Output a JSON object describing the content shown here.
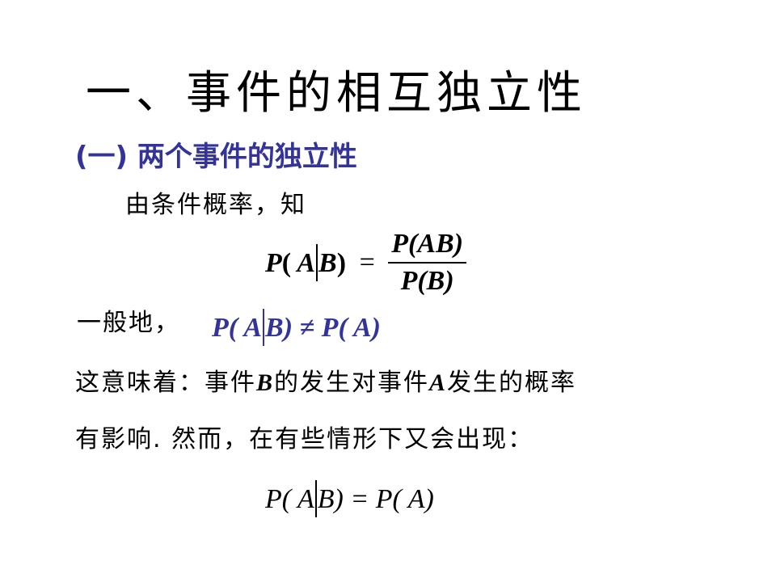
{
  "slide": {
    "title": "一、事件的相互独立性",
    "subtitle": "(一) 两个事件的独立性",
    "intro": "由条件概率，知",
    "formula1": {
      "lhs_P": "P",
      "lhs_open": "(",
      "lhs_A": "A",
      "lhs_B": "B",
      "lhs_close": ")",
      "eq": "=",
      "numerator": "P(AB)",
      "denominator": "P(B)"
    },
    "generally_label": "一般地，",
    "formula2": {
      "lhs": "P( A",
      "rhs_B": "B) ≠ P( A)"
    },
    "line1_part1": "这意味着：事件",
    "line1_B": "B",
    "line1_part2": "的发生对事件",
    "line1_A": "A",
    "line1_part3": "发生的概率",
    "line2": "有影响. 然而，在有些情形下又会出现：",
    "formula3": {
      "lhs": "P( A",
      "rhs_B": "B) = P( A)"
    },
    "colors": {
      "accent_blue": "#333399",
      "text": "#000000",
      "background": "#ffffff"
    }
  }
}
